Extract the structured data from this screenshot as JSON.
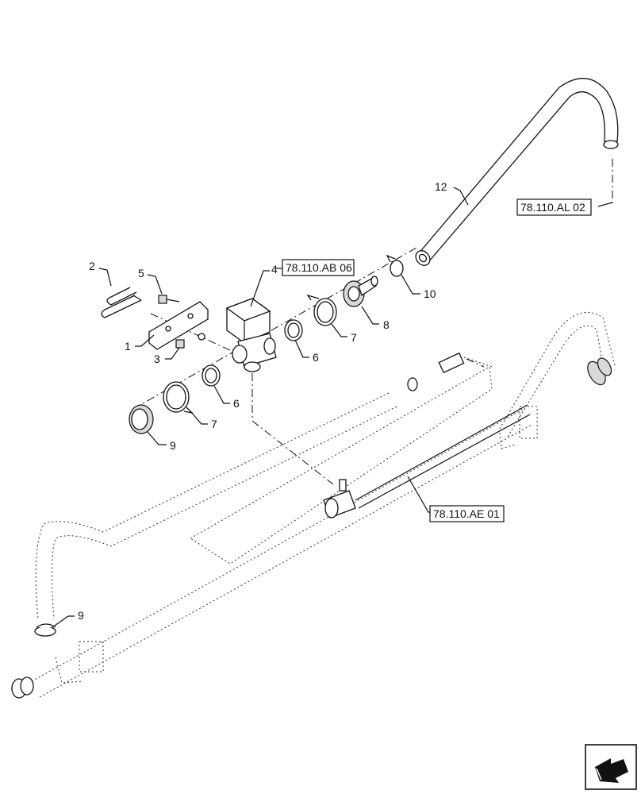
{
  "callouts": [
    {
      "id": "c2",
      "text": "2"
    },
    {
      "id": "c5",
      "text": "5"
    },
    {
      "id": "c4",
      "text": "4"
    },
    {
      "id": "c1",
      "text": "1"
    },
    {
      "id": "c3",
      "text": "3"
    },
    {
      "id": "c6a",
      "text": "6"
    },
    {
      "id": "c7a",
      "text": "7"
    },
    {
      "id": "c8",
      "text": "8"
    },
    {
      "id": "c10",
      "text": "10"
    },
    {
      "id": "c12",
      "text": "12"
    },
    {
      "id": "c6b",
      "text": "6"
    },
    {
      "id": "c7b",
      "text": "7"
    },
    {
      "id": "c9a",
      "text": "9"
    },
    {
      "id": "c9b",
      "text": "9"
    }
  ],
  "references": {
    "ab06": "78.110.AB 06",
    "al02": "78.110.AL 02",
    "ae01": "78.110.AE 01"
  },
  "icons": {
    "nav": "next-page-arrow-icon"
  }
}
